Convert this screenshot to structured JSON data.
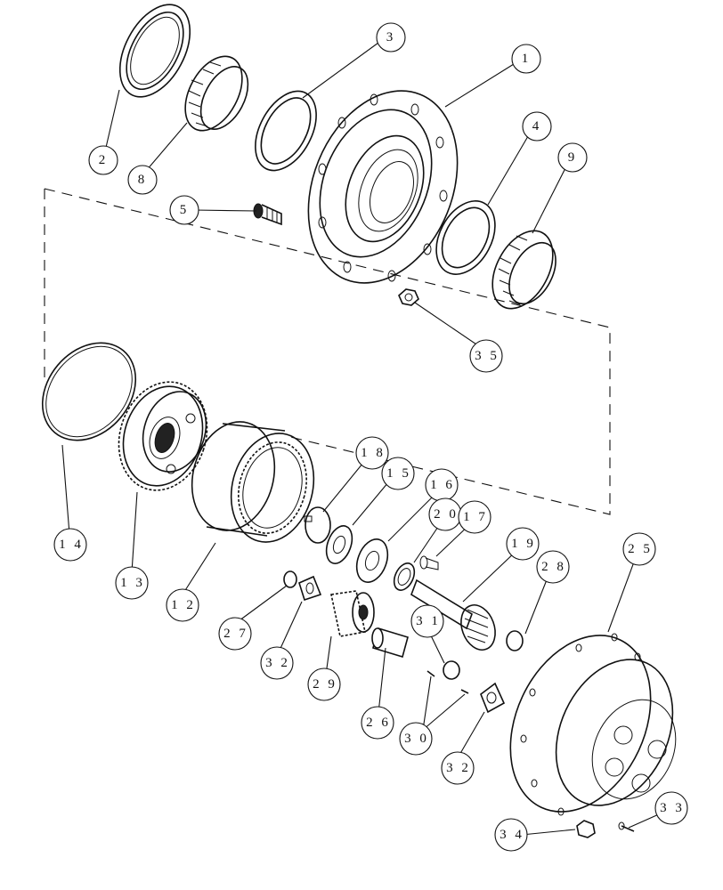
{
  "callouts": [
    {
      "id": "c1",
      "label": "1"
    },
    {
      "id": "c2",
      "label": "2"
    },
    {
      "id": "c3",
      "label": "3"
    },
    {
      "id": "c4",
      "label": "4"
    },
    {
      "id": "c5",
      "label": "5"
    },
    {
      "id": "c8",
      "label": "8"
    },
    {
      "id": "c9",
      "label": "9"
    },
    {
      "id": "c35",
      "label": "3 5"
    },
    {
      "id": "c14",
      "label": "1 4"
    },
    {
      "id": "c13",
      "label": "1 3"
    },
    {
      "id": "c12",
      "label": "1 2"
    },
    {
      "id": "c18",
      "label": "1 8"
    },
    {
      "id": "c15",
      "label": "1 5"
    },
    {
      "id": "c16",
      "label": "1 6"
    },
    {
      "id": "c20",
      "label": "2 0"
    },
    {
      "id": "c17",
      "label": "1 7"
    },
    {
      "id": "c19",
      "label": "1 9"
    },
    {
      "id": "c28",
      "label": "2 8"
    },
    {
      "id": "c25",
      "label": "2 5"
    },
    {
      "id": "c27",
      "label": "2 7"
    },
    {
      "id": "c32a",
      "label": "3 2"
    },
    {
      "id": "c29",
      "label": "2 9"
    },
    {
      "id": "c31",
      "label": "3 1"
    },
    {
      "id": "c26",
      "label": "2 6"
    },
    {
      "id": "c30",
      "label": "3 0"
    },
    {
      "id": "c32b",
      "label": "3 2"
    },
    {
      "id": "c34",
      "label": "3 4"
    },
    {
      "id": "c33",
      "label": "3 3"
    }
  ]
}
